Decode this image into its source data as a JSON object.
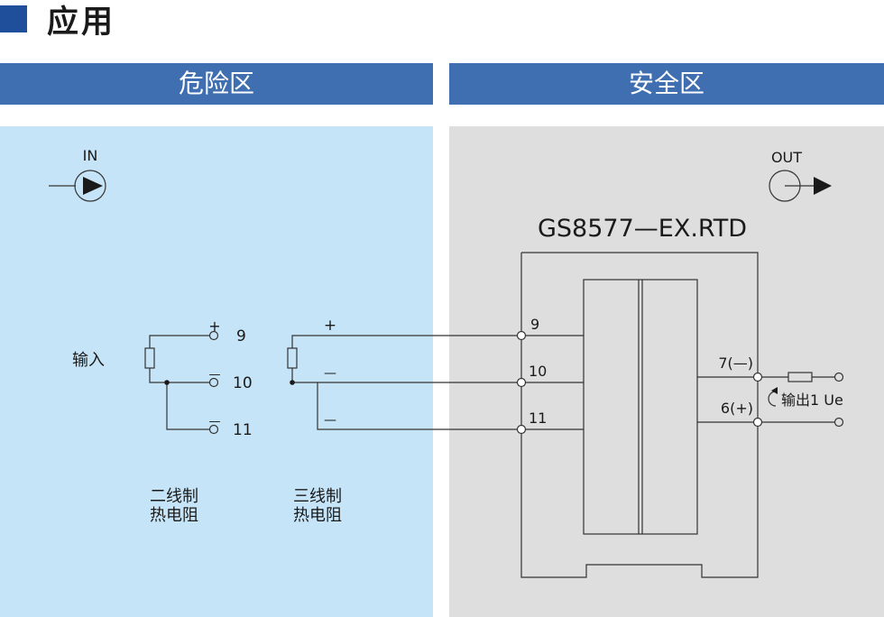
{
  "page": {
    "title": "应用",
    "accent_color": "#1f4f9a"
  },
  "zones": {
    "hazardous": {
      "label": "危险区",
      "header_color": "#3f6fb0",
      "panel_color": "#c6e4f7"
    },
    "safe": {
      "label": "安全区",
      "header_color": "#3f6fb0",
      "panel_color": "#dedede"
    }
  },
  "diagram": {
    "in_label": "IN",
    "out_label": "OUT",
    "device_model": "GS8577—EX.RTD",
    "input_label": "输入",
    "two_wire": {
      "line1": "二线制",
      "line2": "热电阻",
      "terminals": [
        "9",
        "10",
        "11"
      ],
      "signs": [
        "+",
        "—",
        "—"
      ]
    },
    "three_wire": {
      "line1": "三线制",
      "line2": "热电阻",
      "signs": [
        "+",
        "—",
        "—"
      ]
    },
    "device_terminals": [
      "9",
      "10",
      "11"
    ],
    "output_terminals": [
      "7(—)",
      "6(+)"
    ],
    "output_label": "输出1 Ue"
  }
}
